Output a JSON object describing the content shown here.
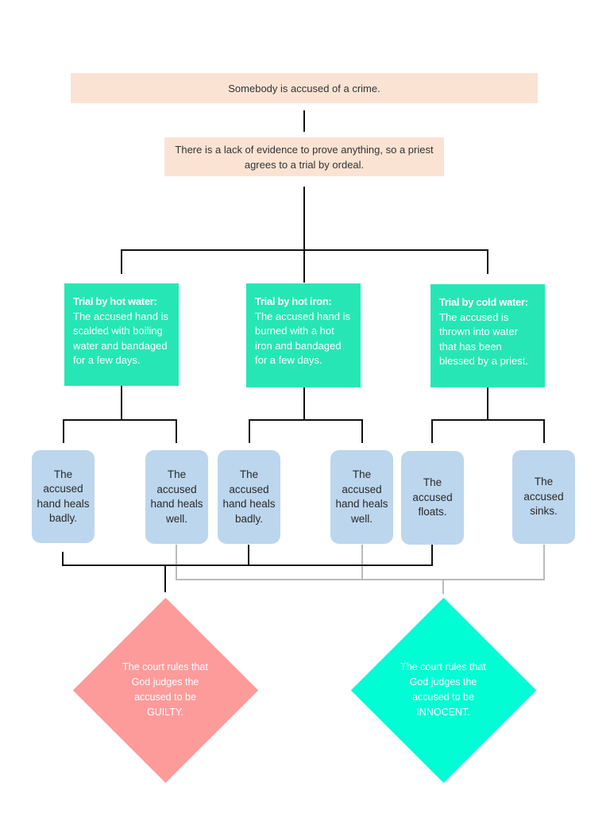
{
  "root": {
    "text": "Somebody is accused of a crime."
  },
  "condition": {
    "text": "There is a lack of evidence to prove anything, so a priest agrees to a trial by ordeal."
  },
  "trials": [
    {
      "title": "Trial by hot water:",
      "text": "The accused hand is scalded with boiling water and bandaged for a few days."
    },
    {
      "title": "Trial by hot iron:",
      "text": "The accused hand is burned with a hot iron and bandaged for a few days."
    },
    {
      "title": "Trial by cold water:",
      "text": "The accused is thrown into water that has been blessed by a priest."
    }
  ],
  "outcomes": [
    {
      "text": "The accused hand heals badly."
    },
    {
      "text": "The accused hand heals well."
    },
    {
      "text": "The accused hand heals badly."
    },
    {
      "text": "The accused hand heals well."
    },
    {
      "text": "The accused floats."
    },
    {
      "text": "The accused sinks."
    }
  ],
  "verdicts": {
    "guilty": {
      "text": "The court rules that God judges the accused to be GUILTY.",
      "color": "#fd9b9b"
    },
    "innocent": {
      "text": "The court rules that God judges the accused to be INNOCENT.",
      "color": "#00fdd4"
    }
  },
  "colors": {
    "root_fill": "#fbe3d4",
    "trial_fill": "#27e6b5",
    "outcome_fill": "#bcd6ee",
    "guilty_connector": "#111111",
    "innocent_connector": "#bbbbbb"
  }
}
